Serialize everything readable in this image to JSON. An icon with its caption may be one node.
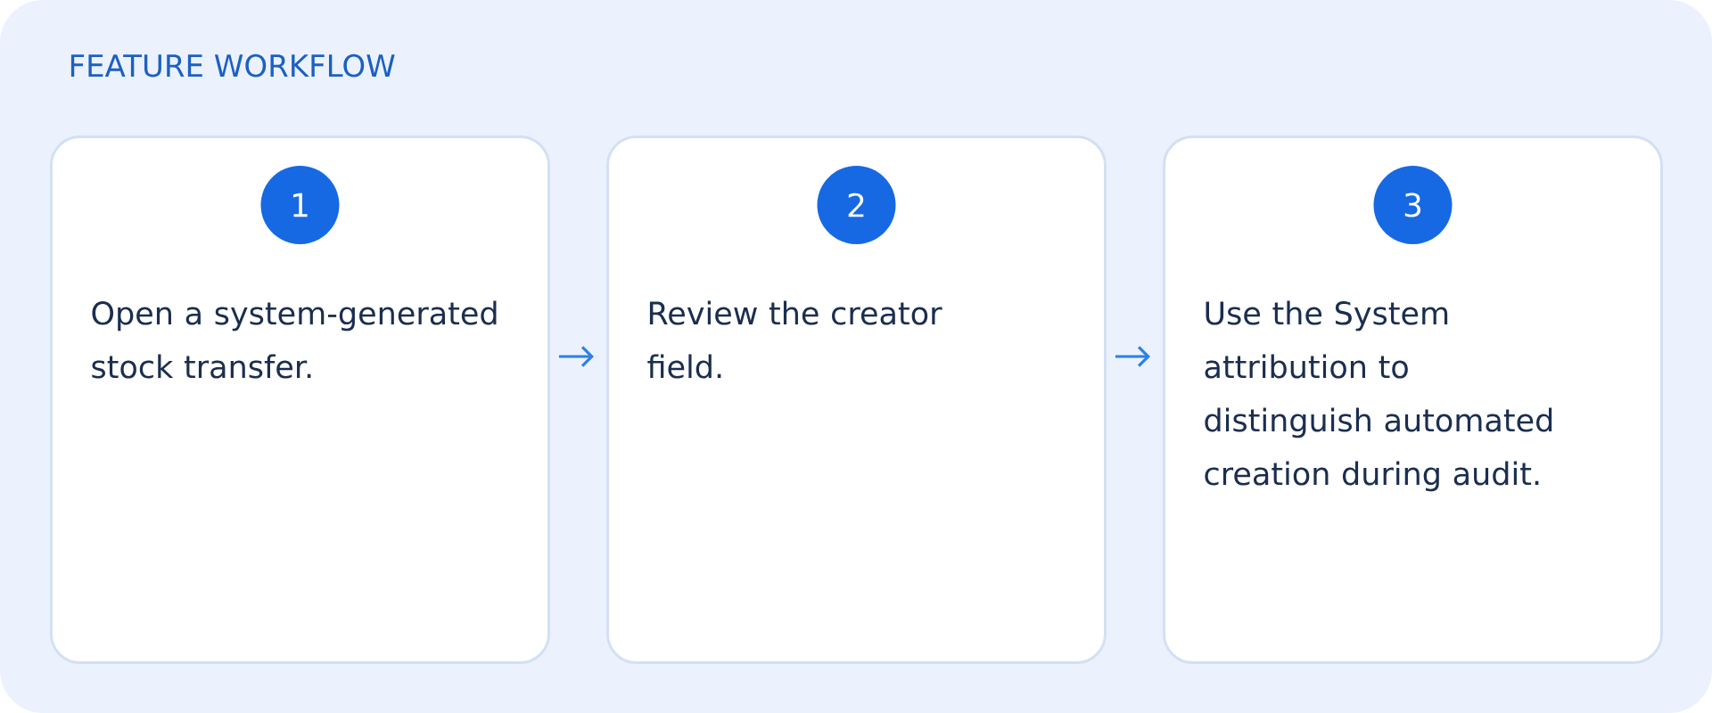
{
  "diagram": {
    "title": "FEATURE WORKFLOW",
    "nodes": [
      {
        "text": [
          "Open a system-generated stock transfer."
        ]
      },
      {
        "text": [
          "1"
        ],
        "in": 0
      },
      {
        "text": [
          "Review the creator field."
        ]
      },
      {
        "text": [
          "2"
        ],
        "in": 2
      },
      {
        "text": [
          "Use the System attribution to distinguish automated creation during audit."
        ]
      },
      {
        "text": [
          "3"
        ],
        "in": 4
      }
    ],
    "edges": [
      {
        "from": 0,
        "to": 2,
        "arrow": "to"
      },
      {
        "from": 2,
        "to": 4,
        "arrow": "to"
      }
    ]
  }
}
